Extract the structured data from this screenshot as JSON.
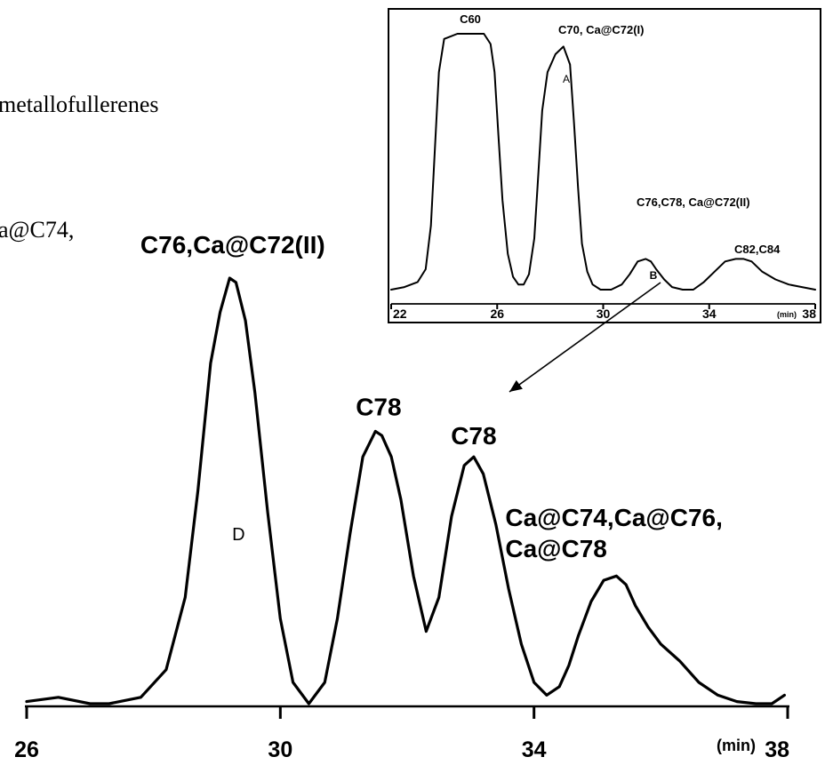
{
  "text_fragments": [
    "metallofullerenes",
    "a@C74,"
  ],
  "chart_data": [
    {
      "id": "main",
      "type": "line",
      "xlabel": "",
      "ylabel": "",
      "x_unit": "(min)",
      "xlim": [
        26,
        38
      ],
      "xticks": [
        "26",
        "30",
        "34",
        "38"
      ],
      "grid": false,
      "series": [
        {
          "x": [
            26.0,
            26.5,
            27.0,
            27.3,
            27.8,
            28.2,
            28.5,
            28.7,
            28.9,
            29.05,
            29.2,
            29.3,
            29.45,
            29.6,
            29.8,
            30.0,
            30.2,
            30.45,
            30.7,
            30.9,
            31.1,
            31.3,
            31.5,
            31.6,
            31.75,
            31.9,
            32.1,
            32.3,
            32.5,
            32.7,
            32.9,
            33.05,
            33.2,
            33.4,
            33.6,
            33.8,
            34.0,
            34.2,
            34.4,
            34.55,
            34.7,
            34.9,
            35.1,
            35.3,
            35.45,
            35.6,
            35.8,
            36.0,
            36.3,
            36.6,
            36.9,
            37.2,
            37.5,
            37.75,
            37.95
          ],
          "y": [
            0.5,
            1.5,
            0,
            0,
            1.5,
            8,
            25,
            50,
            80,
            92,
            100,
            99,
            90,
            73,
            45,
            20,
            5,
            0,
            5,
            20,
            40,
            58,
            64,
            63,
            58,
            48,
            30,
            17,
            25,
            44,
            56,
            58,
            54,
            42,
            27,
            14,
            5,
            2,
            4,
            9,
            16,
            24,
            29,
            30,
            28,
            23,
            18,
            14,
            10,
            5,
            2,
            0.5,
            0,
            0,
            2
          ]
        }
      ],
      "annotations": [
        {
          "text": "C76,Ca@C72(II)",
          "x": 29.25,
          "y": 100
        },
        {
          "text": "C78",
          "x": 31.55,
          "y": 64
        },
        {
          "text": "C78",
          "x": 33.05,
          "y": 58
        },
        {
          "text": "Ca@C74,Ca@C76,",
          "x": 35.3,
          "y": 50
        },
        {
          "text": "Ca@C78",
          "x": 35.3,
          "y": 42
        },
        {
          "text": "D",
          "x": 29.3,
          "y": 38
        }
      ]
    },
    {
      "id": "inset",
      "type": "line",
      "xlabel": "",
      "ylabel": "",
      "x_unit": "(min)",
      "xlim": [
        22,
        38
      ],
      "xticks": [
        "22",
        "26",
        "30",
        "34",
        "38"
      ],
      "grid": false,
      "series": [
        {
          "x": [
            22.0,
            22.5,
            23.0,
            23.3,
            23.5,
            23.65,
            23.8,
            24.0,
            24.5,
            25.0,
            25.5,
            25.75,
            25.9,
            26.05,
            26.2,
            26.4,
            26.6,
            26.8,
            27.0,
            27.2,
            27.4,
            27.55,
            27.7,
            27.9,
            28.2,
            28.5,
            28.75,
            28.9,
            29.05,
            29.2,
            29.4,
            29.6,
            29.9,
            30.3,
            30.7,
            31.0,
            31.3,
            31.6,
            31.8,
            32.0,
            32.3,
            32.6,
            33.0,
            33.4,
            33.8,
            34.2,
            34.6,
            35.0,
            35.3,
            35.6,
            36.0,
            36.5,
            37.0,
            37.5,
            38.0
          ],
          "y": [
            0,
            1,
            3,
            8,
            25,
            55,
            85,
            98,
            100,
            100,
            100,
            96,
            85,
            60,
            35,
            14,
            5,
            2,
            2,
            6,
            20,
            45,
            70,
            85,
            92,
            95,
            88,
            65,
            40,
            18,
            7,
            2,
            0,
            0,
            2,
            6,
            11,
            12,
            11,
            8,
            4,
            1,
            0,
            0,
            3,
            7,
            11,
            12,
            12,
            11,
            7,
            4,
            2,
            1,
            0
          ]
        }
      ],
      "annotations": [
        {
          "text": "C60",
          "x": 24.5,
          "y": 100
        },
        {
          "text": "C70, Ca@C72(I)",
          "x": 28.5,
          "y": 95
        },
        {
          "text": "A",
          "x": 28.3,
          "y": 78
        },
        {
          "text": "C76,C78, Ca@C72(II)",
          "x": 33.4,
          "y": 32
        },
        {
          "text": "B",
          "x": 31.6,
          "y": 12
        },
        {
          "text": "C82,C84",
          "x": 35.3,
          "y": 18
        }
      ]
    }
  ]
}
